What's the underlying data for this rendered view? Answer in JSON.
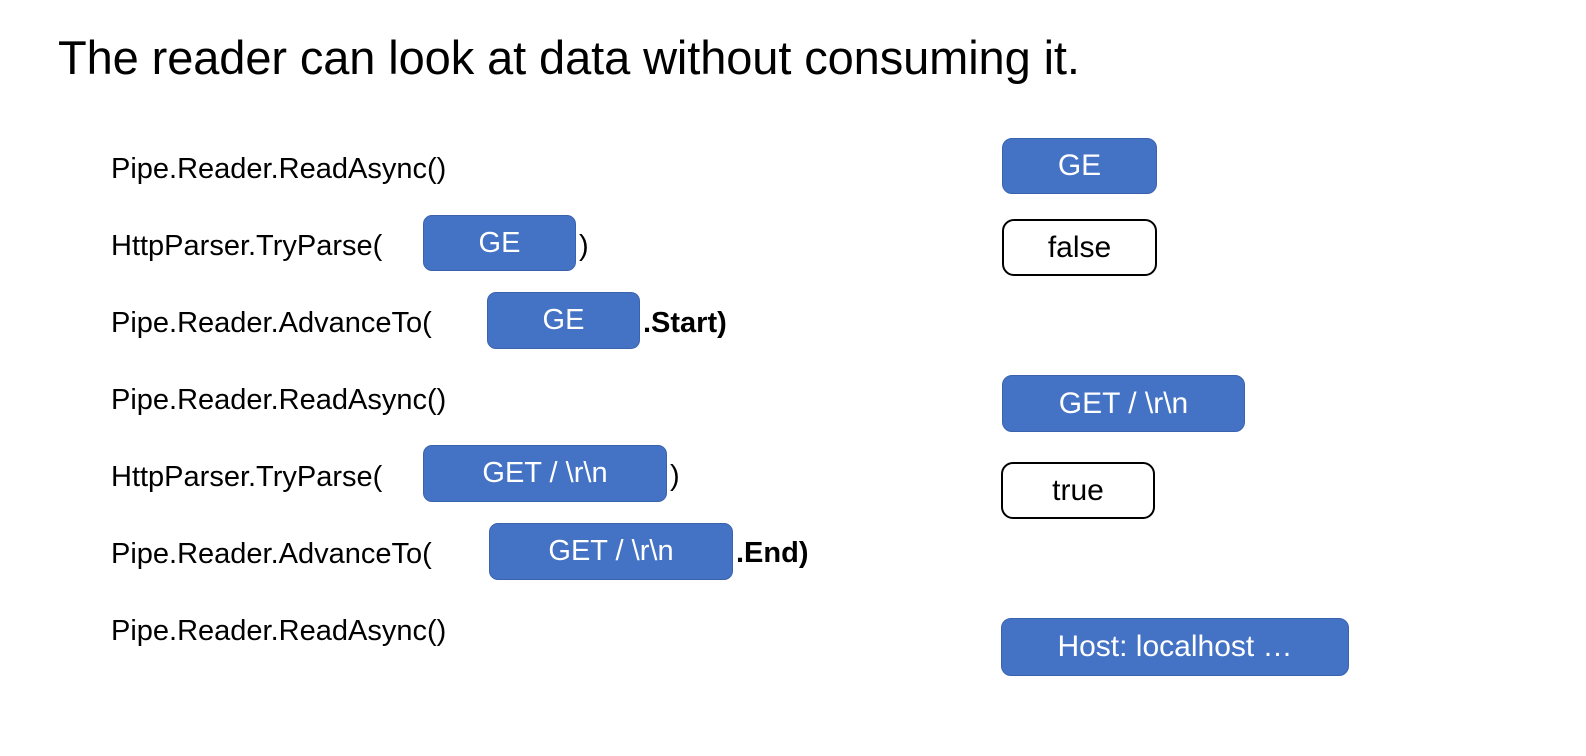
{
  "slide": {
    "title": "The reader can look at data without consuming it.",
    "background_color": "#FFFFFF",
    "accent_color": "#4472C4",
    "outline_color": "#000000",
    "text_color": "#000000"
  },
  "calls": [
    {
      "prefix": "Pipe.Reader.ReadAsync()",
      "badge": null,
      "tail": null
    },
    {
      "prefix": "HttpParser.TryParse(",
      "badge": {
        "label": "GE",
        "style": "blue"
      },
      "tail": ")"
    },
    {
      "prefix": "Pipe.Reader.AdvanceTo(",
      "badge": {
        "label": "GE",
        "style": "blue"
      },
      "tail": ".Start)"
    },
    {
      "prefix": "Pipe.Reader.ReadAsync()",
      "badge": null,
      "tail": null
    },
    {
      "prefix": "HttpParser.TryParse(",
      "badge": {
        "label": "GET / \\r\\n",
        "style": "blue"
      },
      "tail": ")"
    },
    {
      "prefix": "Pipe.Reader.AdvanceTo(",
      "badge": {
        "label": "GET / \\r\\n",
        "style": "blue"
      },
      "tail": ".End)"
    },
    {
      "prefix": "Pipe.Reader.ReadAsync()",
      "badge": null,
      "tail": null
    }
  ],
  "results": [
    {
      "label": "GE",
      "style": "blue"
    },
    {
      "label": "false",
      "style": "outline"
    },
    {
      "label": "GET / \\r\\n",
      "style": "blue"
    },
    {
      "label": "true",
      "style": "outline"
    },
    {
      "label": "Host: localhost …",
      "style": "blue"
    }
  ]
}
